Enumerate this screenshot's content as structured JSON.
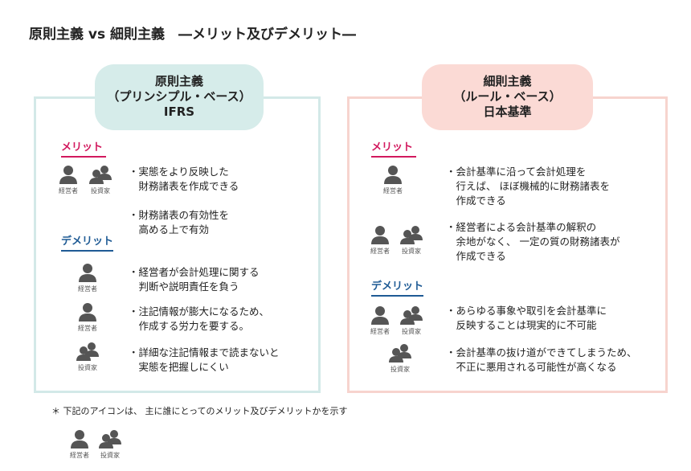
{
  "title": "原則主義 vs 細則主義　―メリット及びデメリット―",
  "colors": {
    "left_fill": "#d6ecea",
    "left_border": "#d3e9e8",
    "right_fill": "#fbdad5",
    "right_border": "#f7d4ce",
    "merit": "#d2195e",
    "demerit": "#1f5b95",
    "icon": "#555555"
  },
  "labels": {
    "manager": "経営者",
    "investor": "投資家",
    "merit": "メリット",
    "demerit": "デメリット"
  },
  "left": {
    "header": [
      "原則主義",
      "（プリンシプル・ベース）",
      "IFRS"
    ],
    "merits": [
      "・実態をより反映した\n　財務諸表を作成できる",
      "・財務諸表の有効性を\n　高める上で有効"
    ],
    "demerits": [
      "・経営者が会計処理に関する\n　判断や説明責任を負う",
      "・注記情報が膨大になるため、\n　作成する労力を要する。",
      "・詳細な注記情報まで読まないと\n　実態を把握しにくい"
    ]
  },
  "right": {
    "header": [
      "細則主義",
      "（ルール・ベース）",
      "日本基準"
    ],
    "merits": [
      "・会計基準に沿って会計処理を\n　行えば、 ほぼ機械的に財務諸表を\n　作成できる",
      "・経営者による会計基準の解釈の\n　余地がなく、 一定の質の財務諸表が\n　作成できる"
    ],
    "demerits": [
      "・あらゆる事象や取引を会計基準に\n　反映することは現実的に不可能",
      "・会計基準の抜け道ができてしまうため、\n　不正に悪用される可能性が高くなる"
    ]
  },
  "footnote": "＊ 下記のアイコンは、 主に誰にとってのメリット及びデメリットかを示す"
}
